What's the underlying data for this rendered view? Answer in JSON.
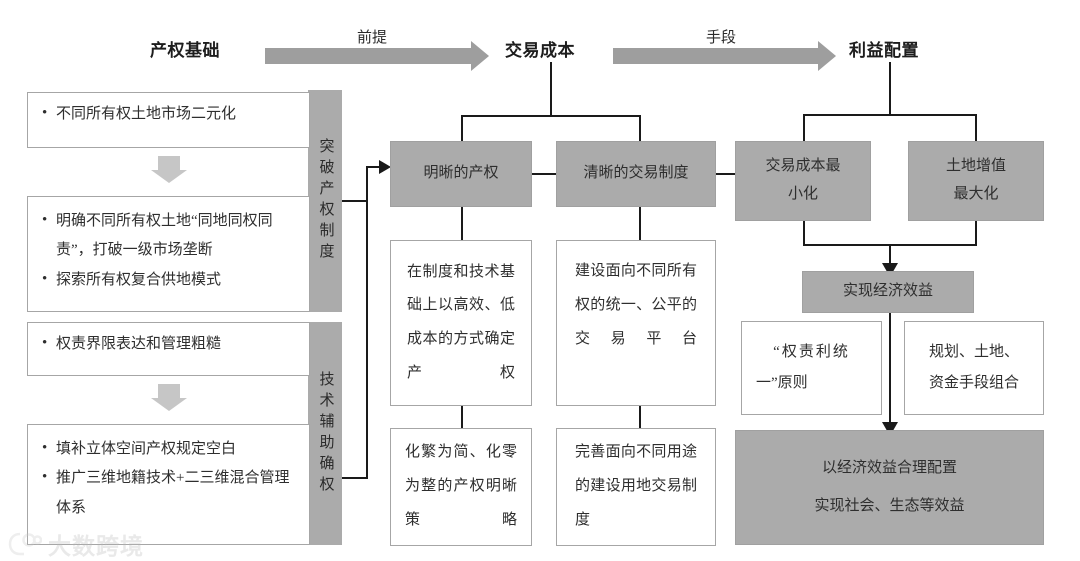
{
  "header": {
    "stage1": "产权基础",
    "stage2": "交易成本",
    "stage3": "利益配置",
    "relation1": "前提",
    "relation2": "手段"
  },
  "left_column": {
    "group1_label": "突破产权制度",
    "group2_label": "技术辅助确权",
    "box1": {
      "items": [
        "不同所有权土地市场二元化"
      ]
    },
    "box2": {
      "items": [
        "明确不同所有权土地“同地同权同责”，打破一级市场垄断",
        "探索所有权复合供地模式"
      ]
    },
    "box3": {
      "items": [
        "权责界限表达和管理粗糙"
      ]
    },
    "box4": {
      "items": [
        "填补立体空间产权规定空白",
        "推广三维地籍技术+二三维混合管理体系"
      ]
    }
  },
  "middle_column": {
    "node1": "明晰的产权",
    "node2": "清晰的交易制度",
    "node1_detail1": "在制度和技术基础上以高效、低成本的方式确定产权",
    "node1_detail2": "化繁为简、化零为整的产权明晰策略",
    "node2_detail1": "建设面向不同所有权的统一、公平的交易平台",
    "node2_detail2": "完善面向不同用途的建设用地交易制度"
  },
  "right_column": {
    "node1_line1": "交易成本最",
    "node1_line2": "小化",
    "node2_line1": "土地增值",
    "node2_line2": "最大化",
    "result": "实现经济效益",
    "principle_line1": "“权责利统",
    "principle_line2": "一”原则",
    "means_line1": "规划、土地、",
    "means_line2": "资金手段组合",
    "final_line1": "以经济效益合理配置",
    "final_line2": "实现社会、生态等效益"
  },
  "watermark": {
    "text": "大数跨境"
  },
  "colors": {
    "gray_fill": "#ababab",
    "arrow_gray": "#9e9e9e",
    "small_arrow_gray": "#c6c6c6",
    "box_border": "#a6a6a6",
    "line": "#1a1a1a"
  }
}
